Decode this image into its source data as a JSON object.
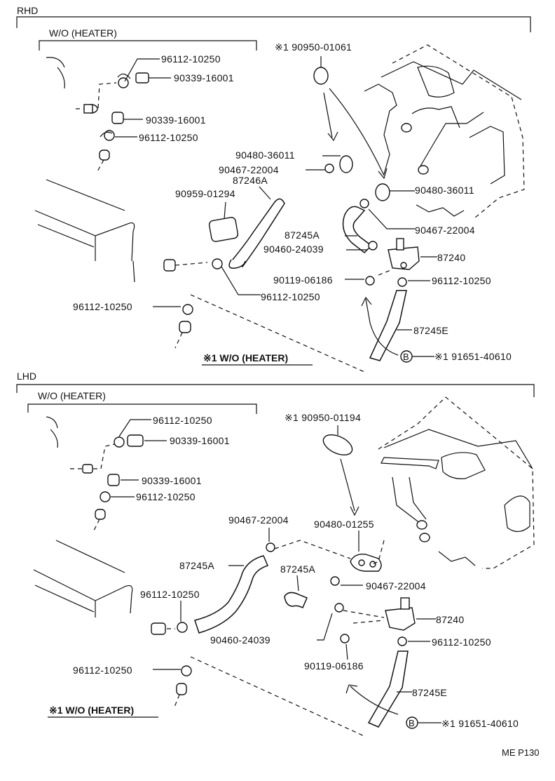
{
  "sections": {
    "rhd": {
      "title": "RHD",
      "subtitle": "W/O  (HEATER)",
      "labels": {
        "p1": "96112-10250",
        "p2": "90339-16001",
        "p3": "90339-16001",
        "p4": "96112-10250",
        "p5": "※1 90950-01061",
        "p6": "90480-36011",
        "p7": "90467-22004",
        "p8": "87246A",
        "p9": "90959-01294",
        "p10": "90480-36011",
        "p11": "90467-22004",
        "p12": "87245A",
        "p13": "90460-24039",
        "p14": "87240",
        "p15": "90119-06186",
        "p16": "96112-10250",
        "p17": "96112-10250",
        "p18": "96112-10250",
        "p19": "87245E",
        "p20": "※1 91651-40610"
      },
      "circle_b": "B",
      "note": "※1 W/O (HEATER)"
    },
    "lhd": {
      "title": "LHD",
      "subtitle": "W/O   (HEATER)",
      "labels": {
        "p1": "96112-10250",
        "p2": "90339-16001",
        "p3": "90339-16001",
        "p4": "96112-10250",
        "p5": "※1 90950-01194",
        "p6": "90467-22004",
        "p7": "90480-01255",
        "p8": "87245A",
        "p9": "87245A",
        "p10": "96112-10250",
        "p11": "90467-22004",
        "p12": "87240",
        "p13": "90460-24039",
        "p14": "96112-10250",
        "p15": "90119-06186",
        "p16": "96112-10250",
        "p17": "87245E",
        "p18": "※1 91651-40610"
      },
      "circle_b": "B",
      "note": "※1 W/O (HEATER)"
    }
  },
  "footer": "ME P130"
}
